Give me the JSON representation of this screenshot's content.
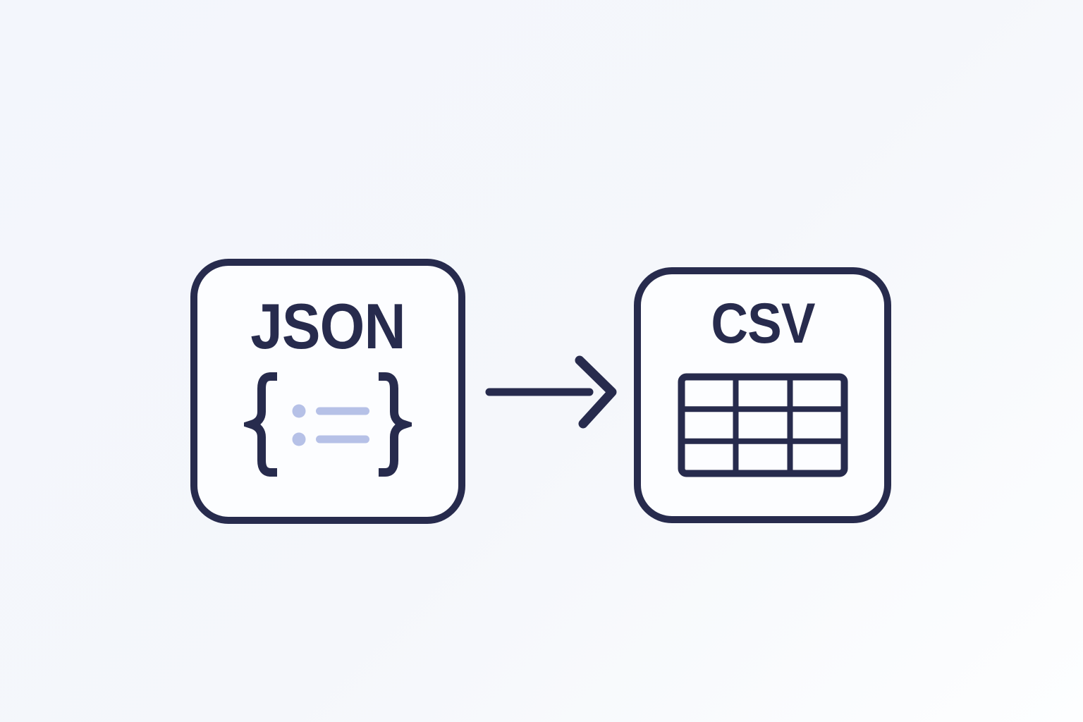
{
  "source_card": {
    "label": "JSON",
    "icon": "curly-braces-key-value-icon"
  },
  "arrow": {
    "icon": "right-arrow-icon",
    "direction": "right"
  },
  "target_card": {
    "label": "CSV",
    "icon": "table-grid-icon"
  },
  "colors": {
    "navy": "#272b4d",
    "periwinkle": "#b6c1e7",
    "card_bg": "#fcfdff",
    "bg_start": "#f3f6fc",
    "bg_mid": "#f5f7fb",
    "bg_end": "#fdfeff"
  }
}
